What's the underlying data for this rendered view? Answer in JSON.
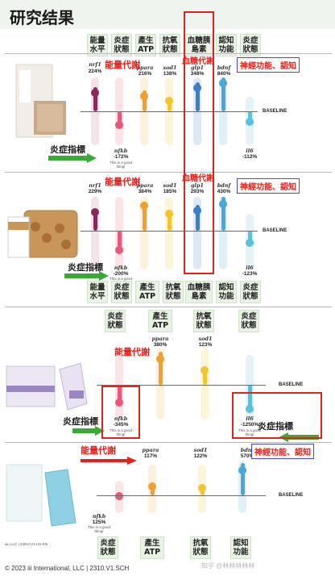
{
  "header": {
    "title": "研究结果"
  },
  "baseline_label": "BASELINE",
  "note": "This is a good thing!",
  "labels": {
    "energy": "能量代謝",
    "glucose": "血糖代謝",
    "neuro": "神經功能、認知",
    "inflammation": "炎症指標"
  },
  "top_categories": [
    "能量水平",
    "炎症狀態",
    "產生ATP",
    "抗氧狀態",
    "血糖胰島素",
    "認知功能",
    "炎症狀態"
  ],
  "mid_categories": [
    "能量水平",
    "炎症狀態",
    "產生ATP",
    "抗氧狀態",
    "血糖胰島素",
    "認知功能",
    "炎症狀態"
  ],
  "panel3_categories": [
    "炎症狀態",
    "產生ATP",
    "抗氧狀態",
    "炎症狀態"
  ],
  "bottom_categories": [
    "炎症狀態",
    "產生ATP",
    "抗氧狀態",
    "認知功能"
  ],
  "panels": [
    {
      "genes": [
        {
          "name": "nrf1",
          "pct": "224%"
        },
        {
          "name": "nfkb",
          "pct": "-172%"
        },
        {
          "name": "ppara",
          "pct": "216%"
        },
        {
          "name": "sod1",
          "pct": "138%"
        },
        {
          "name": "glp1",
          "pct": "348%"
        },
        {
          "name": "bdnf",
          "pct": "840%"
        },
        {
          "name": "il6",
          "pct": "-112%"
        }
      ]
    },
    {
      "genes": [
        {
          "name": "nrf1",
          "pct": "229%"
        },
        {
          "name": "nfkb",
          "pct": "-200%"
        },
        {
          "name": "ppara",
          "pct": "384%"
        },
        {
          "name": "sod1",
          "pct": "185%"
        },
        {
          "name": "glp1",
          "pct": "293%"
        },
        {
          "name": "bdnf",
          "pct": "430%"
        },
        {
          "name": "il6",
          "pct": "-123%"
        }
      ]
    },
    {
      "genes": [
        {
          "name": "nfkb",
          "pct": "-345%"
        },
        {
          "name": "ppara",
          "pct": "380%"
        },
        {
          "name": "sod1",
          "pct": "123%"
        },
        {
          "name": "il6",
          "pct": "-1250%"
        }
      ]
    },
    {
      "genes": [
        {
          "name": "nfkb",
          "pct": "125%"
        },
        {
          "name": "ppara",
          "pct": "117%"
        },
        {
          "name": "sod1",
          "pct": "122%"
        },
        {
          "name": "bdnf",
          "pct": "570%"
        }
      ]
    }
  ],
  "product_footnote": "iai, LLC | 2301CV1.US-EN",
  "footer": "© 2023 iii International, LLC | 2310.V1.SCH",
  "watermark": "知乎 @林林林林林",
  "colors": {
    "purple": "#8a2a5c",
    "pink": "#e8587a",
    "orange": "#f0a030",
    "yellow": "#f4c430",
    "blue": "#3a7fc8",
    "lightblue": "#4aa8d8",
    "teal": "#5bc0d8",
    "red": "#e0231c"
  }
}
